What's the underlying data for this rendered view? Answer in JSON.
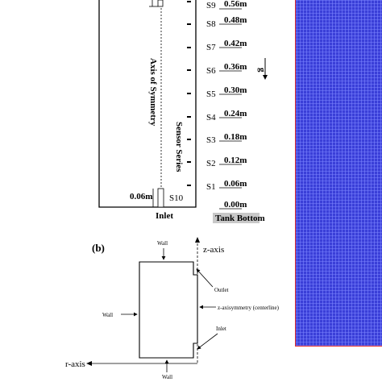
{
  "panel_a": {
    "sensors": [
      {
        "label": "S9",
        "height": "0.56m"
      },
      {
        "label": "S8",
        "height": "0.48m"
      },
      {
        "label": "S7",
        "height": "0.42m"
      },
      {
        "label": "S6",
        "height": "0.36m"
      },
      {
        "label": "S5",
        "height": "0.30m"
      },
      {
        "label": "S4",
        "height": "0.24m"
      },
      {
        "label": "S3",
        "height": "0.18m"
      },
      {
        "label": "S2",
        "height": "0.12m"
      },
      {
        "label": "S1",
        "height": "0.06m"
      },
      {
        "label": "",
        "height": "0.00m"
      }
    ],
    "s10_label": "S10",
    "inlet_height": "0.06m",
    "inlet_label": "Inlet",
    "axis_label": "Axis of Symmetry",
    "series_label": "Sensor Series",
    "gravity_label": "g",
    "tank_bottom_label": "Tank Bottom"
  },
  "panel_b": {
    "tag": "(b)",
    "wall_top": "Wall",
    "wall_left": "Wall",
    "wall_bottom": "Wall",
    "z_axis": "z-axis",
    "r_axis": "r-axis",
    "outlet": "Outlet",
    "symmetry": "z-axisymmetry (centerline)",
    "inlet": "Inlet"
  },
  "colors": {
    "mesh_fill": "#3a3fd8",
    "mesh_line": "#6f78ff",
    "mesh_red": "#e23030",
    "tank_bottom_bg": "#c8c8c8"
  }
}
